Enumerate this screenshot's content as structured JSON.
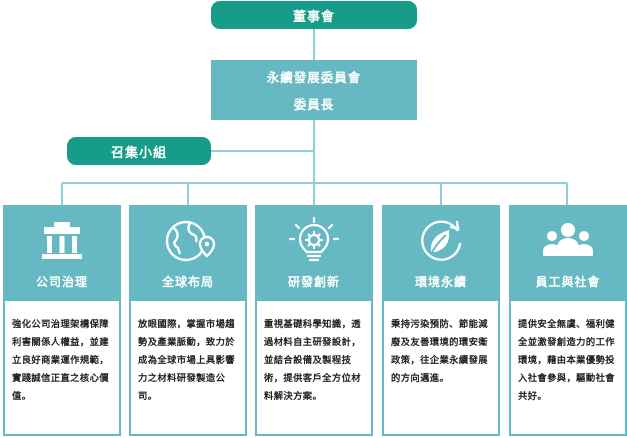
{
  "board": {
    "label": "董事會"
  },
  "committee": {
    "line1": "永續發展委員會",
    "line2": "委員長"
  },
  "convener": {
    "label": "召集小組"
  },
  "pillars": [
    {
      "title": "公司治理",
      "icon": "governance-building-icon",
      "text": "強化公司治理架構保障利害關係人權益，並建立良好商業運作規範，實踐誠信正直之核心價值。"
    },
    {
      "title": "全球布局",
      "icon": "globe-location-icon",
      "text": "放眼國際，掌握市場趨勢及產業脈動，致力於成為全球市場上具影響力之材料研發製造公司。"
    },
    {
      "title": "研發創新",
      "icon": "lightbulb-gear-icon",
      "text": "重視基礎科學知識，透過材料自主研發設計，並結合設備及製程技術，提供客戶全方位材料解決方案。"
    },
    {
      "title": "環境永續",
      "icon": "leaf-cycle-icon",
      "text": "秉持污染預防、節能減廢及友善環境的環安衛政策，往企業永續發展的方向邁進。"
    },
    {
      "title": "員工與社會",
      "icon": "people-group-icon",
      "text": "提供安全無虞、福利健全並激發創造力的工作環境，藉由本業優勢投入社會參與，驅動社會共好。"
    }
  ],
  "colors": {
    "dark_teal": "#179c8a",
    "light_teal": "#66b9c3",
    "line": "#8ccfd6"
  }
}
